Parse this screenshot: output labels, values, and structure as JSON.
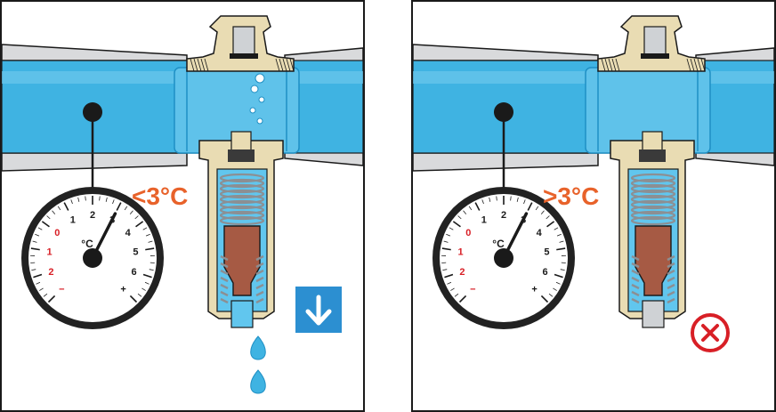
{
  "colors": {
    "water": "#3fb3e2",
    "water_dark": "#1f8fc4",
    "pipe_grey": "#d9dadc",
    "brass": "#e9dcb3",
    "piston": "#a65a44",
    "spring": "#8c8f93",
    "temp_orange": "#e8622a",
    "arrow_blue": "#2c8fd1",
    "cross_red": "#d81f26",
    "ink": "#1a1a1a"
  },
  "panels": [
    {
      "state": "open",
      "temperature_label": "<3°C",
      "gauge": {
        "unit": "°C",
        "ticks": [
          {
            "label": "−",
            "color": "#d81f26"
          },
          {
            "label": "2",
            "color": "#d81f26"
          },
          {
            "label": "1",
            "color": "#d81f26"
          },
          {
            "label": "0",
            "color": "#d81f26"
          },
          {
            "label": "1",
            "color": "#1a1a1a"
          },
          {
            "label": "2",
            "color": "#1a1a1a"
          },
          {
            "label": "3",
            "color": "#1a1a1a"
          },
          {
            "label": "4",
            "color": "#1a1a1a"
          },
          {
            "label": "5",
            "color": "#1a1a1a"
          },
          {
            "label": "6",
            "color": "#1a1a1a"
          },
          {
            "label": "+",
            "color": "#1a1a1a"
          }
        ],
        "needle_value": 3
      },
      "indicator": "down-arrow-icon"
    },
    {
      "state": "closed",
      "temperature_label": ">3°C",
      "gauge": {
        "unit": "°C",
        "ticks": [
          {
            "label": "−",
            "color": "#d81f26"
          },
          {
            "label": "2",
            "color": "#d81f26"
          },
          {
            "label": "1",
            "color": "#d81f26"
          },
          {
            "label": "0",
            "color": "#d81f26"
          },
          {
            "label": "1",
            "color": "#1a1a1a"
          },
          {
            "label": "2",
            "color": "#1a1a1a"
          },
          {
            "label": "3",
            "color": "#1a1a1a"
          },
          {
            "label": "4",
            "color": "#1a1a1a"
          },
          {
            "label": "5",
            "color": "#1a1a1a"
          },
          {
            "label": "6",
            "color": "#1a1a1a"
          },
          {
            "label": "+",
            "color": "#1a1a1a"
          }
        ],
        "needle_value": 3
      },
      "indicator": "cross-circle-icon"
    }
  ]
}
